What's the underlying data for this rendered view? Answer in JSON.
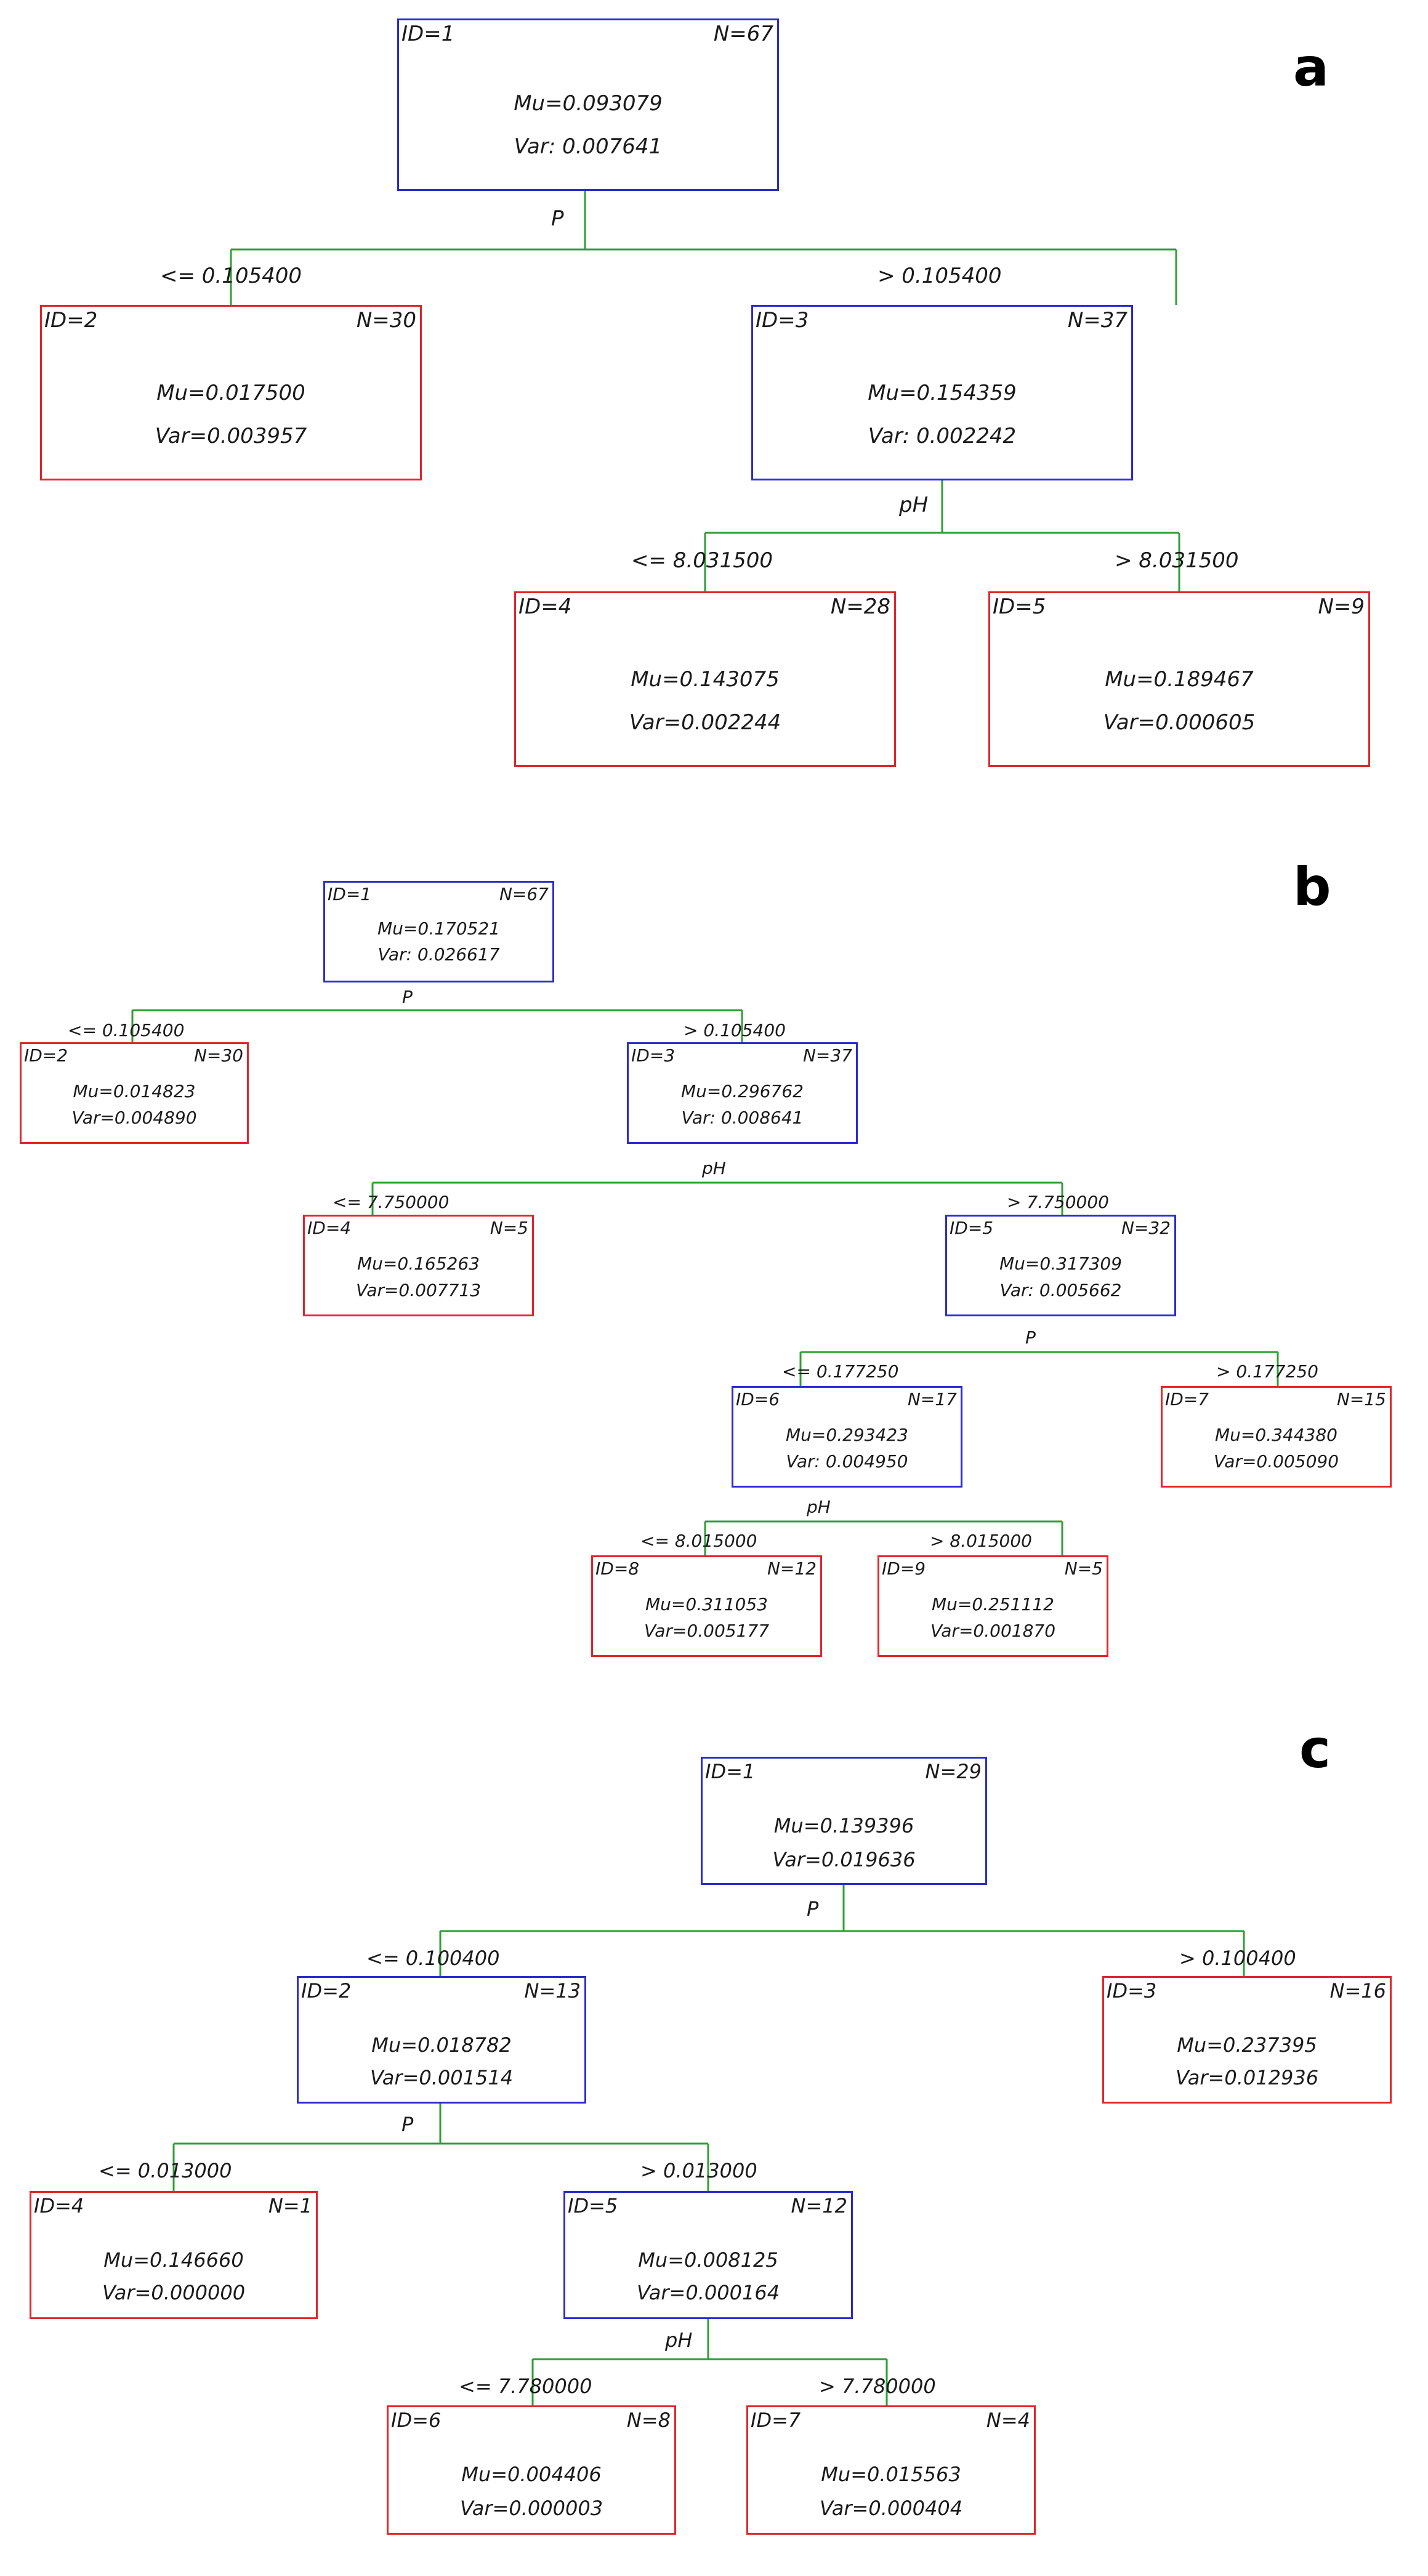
{
  "panels": [
    {
      "letter": "a",
      "nodes": [
        {
          "id": "ID=1",
          "n": "N=67",
          "mu": "Mu=0.093079",
          "var": "Var: 0.007641"
        },
        {
          "id": "ID=2",
          "n": "N=30",
          "mu": "Mu=0.017500",
          "var": "Var=0.003957"
        },
        {
          "id": "ID=3",
          "n": "N=37",
          "mu": "Mu=0.154359",
          "var": "Var: 0.002242"
        },
        {
          "id": "ID=4",
          "n": "N=28",
          "mu": "Mu=0.143075",
          "var": "Var=0.002244"
        },
        {
          "id": "ID=5",
          "n": "N=9",
          "mu": "Mu=0.189467",
          "var": "Var=0.000605"
        }
      ],
      "splits": [
        {
          "var": "P",
          "left": "<= 0.105400",
          "right": "> 0.105400"
        },
        {
          "var": "pH",
          "left": "<= 8.031500",
          "right": "> 8.031500"
        }
      ]
    },
    {
      "letter": "b",
      "nodes": [
        {
          "id": "ID=1",
          "n": "N=67",
          "mu": "Mu=0.170521",
          "var": "Var: 0.026617"
        },
        {
          "id": "ID=2",
          "n": "N=30",
          "mu": "Mu=0.014823",
          "var": "Var=0.004890"
        },
        {
          "id": "ID=3",
          "n": "N=37",
          "mu": "Mu=0.296762",
          "var": "Var: 0.008641"
        },
        {
          "id": "ID=4",
          "n": "N=5",
          "mu": "Mu=0.165263",
          "var": "Var=0.007713"
        },
        {
          "id": "ID=5",
          "n": "N=32",
          "mu": "Mu=0.317309",
          "var": "Var: 0.005662"
        },
        {
          "id": "ID=6",
          "n": "N=17",
          "mu": "Mu=0.293423",
          "var": "Var: 0.004950"
        },
        {
          "id": "ID=7",
          "n": "N=15",
          "mu": "Mu=0.344380",
          "var": "Var=0.005090"
        },
        {
          "id": "ID=8",
          "n": "N=12",
          "mu": "Mu=0.311053",
          "var": "Var=0.005177"
        },
        {
          "id": "ID=9",
          "n": "N=5",
          "mu": "Mu=0.251112",
          "var": "Var=0.001870"
        }
      ],
      "splits": [
        {
          "var": "P",
          "left": "<= 0.105400",
          "right": "> 0.105400"
        },
        {
          "var": "pH",
          "left": "<= 7.750000",
          "right": "> 7.750000"
        },
        {
          "var": "P",
          "left": "<= 0.177250",
          "right": "> 0.177250"
        },
        {
          "var": "pH",
          "left": "<= 8.015000",
          "right": "> 8.015000"
        }
      ]
    },
    {
      "letter": "c",
      "nodes": [
        {
          "id": "ID=1",
          "n": "N=29",
          "mu": "Mu=0.139396",
          "var": "Var=0.019636"
        },
        {
          "id": "ID=2",
          "n": "N=13",
          "mu": "Mu=0.018782",
          "var": "Var=0.001514"
        },
        {
          "id": "ID=3",
          "n": "N=16",
          "mu": "Mu=0.237395",
          "var": "Var=0.012936"
        },
        {
          "id": "ID=4",
          "n": "N=1",
          "mu": "Mu=0.146660",
          "var": "Var=0.000000"
        },
        {
          "id": "ID=5",
          "n": "N=12",
          "mu": "Mu=0.008125",
          "var": "Var=0.000164"
        },
        {
          "id": "ID=6",
          "n": "N=8",
          "mu": "Mu=0.004406",
          "var": "Var=0.000003"
        },
        {
          "id": "ID=7",
          "n": "N=4",
          "mu": "Mu=0.015563",
          "var": "Var=0.000404"
        }
      ],
      "splits": [
        {
          "var": "P",
          "left": "<= 0.100400",
          "right": "> 0.100400"
        },
        {
          "var": "P",
          "left": "<= 0.013000",
          "right": "> 0.013000"
        },
        {
          "var": "pH",
          "left": "<= 7.780000",
          "right": "> 7.780000"
        }
      ]
    }
  ]
}
